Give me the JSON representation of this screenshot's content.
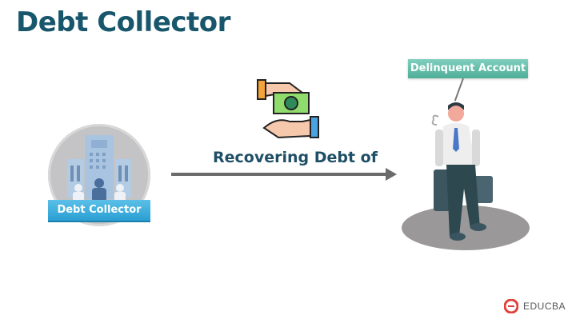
{
  "title": "Debt Collector",
  "collector": {
    "label": "Debt Collector",
    "icon": "office-building-people-icon"
  },
  "relation": {
    "label": "Recovering Debt of",
    "icon": "money-handover-icon"
  },
  "debtor": {
    "label": "Delinquent Account",
    "icon": "walking-man-with-briefcase-illustration"
  },
  "logo": {
    "text": "EDUCBA"
  },
  "colors": {
    "title": "#17566b",
    "collector_label": "#2a9fd3",
    "delinquent_label": "#4fae98",
    "arrow": "#6b6b6b"
  }
}
